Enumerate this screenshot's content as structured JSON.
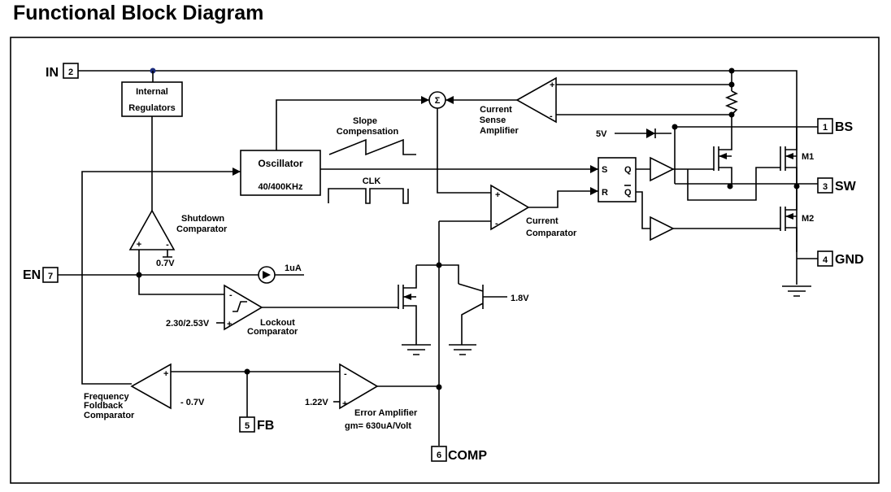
{
  "title": "Functional Block Diagram",
  "blocks": {
    "internal_regulators": [
      "Internal",
      "Regulators"
    ],
    "oscillator": [
      "Oscillator",
      "40/400KHz"
    ],
    "slope_compensation": [
      "Slope",
      "Compensation"
    ],
    "clk": "CLK",
    "current_sense_amplifier": [
      "Current",
      "Sense",
      "Amplifier"
    ],
    "current_comparator": [
      "Current",
      "Comparator"
    ],
    "shutdown_comparator": [
      "Shutdown",
      "Comparator"
    ],
    "lockout_comparator": [
      "Lockout",
      "Comparator"
    ],
    "frequency_foldback_comparator": [
      "Frequency",
      "Foldback",
      "Comparator"
    ],
    "error_amplifier": [
      "Error Amplifier",
      "gm= 630uA/Volt"
    ],
    "flipflop": {
      "s": "S",
      "r": "R",
      "q": "Q",
      "qbar": "Q"
    },
    "sum_symbol": "Σ"
  },
  "labels": {
    "v5": "5V",
    "v07_shutdown": "0.7V",
    "v07_foldback": "- 0.7V",
    "i_1ua": "1uA",
    "v18": "1.8V",
    "lockout_ref": "2.30/2.53V",
    "ea_ref": "1.22V",
    "m1": "M1",
    "m2": "M2",
    "plus": "+",
    "minus": "-"
  },
  "pins": [
    {
      "num": "2",
      "name": "IN"
    },
    {
      "num": "7",
      "name": "EN"
    },
    {
      "num": "1",
      "name": "BS"
    },
    {
      "num": "3",
      "name": "SW"
    },
    {
      "num": "4",
      "name": "GND"
    },
    {
      "num": "5",
      "name": "FB"
    },
    {
      "num": "6",
      "name": "COMP"
    }
  ]
}
